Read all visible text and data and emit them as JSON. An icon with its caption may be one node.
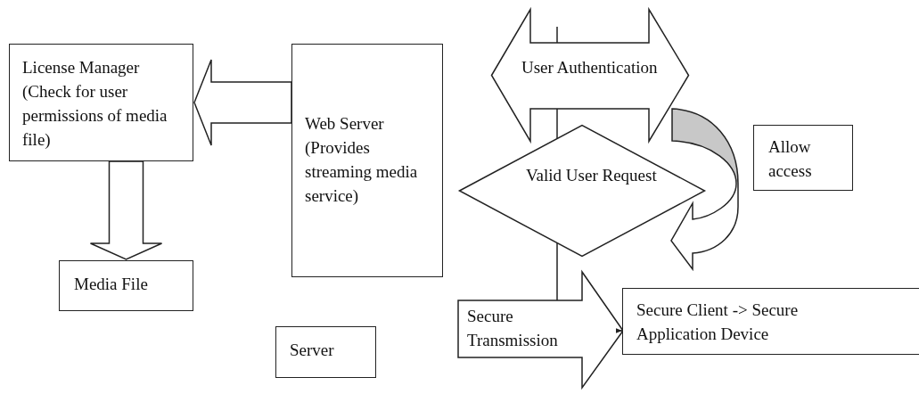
{
  "diagram": {
    "nodes": [
      {
        "text": [
          "License Manager (Check for user permissions of media file)"
        ]
      },
      {
        "text": [
          "Web Server (Provides streaming media service)"
        ]
      },
      {
        "text": [
          "Media File"
        ]
      },
      {
        "text": [
          "User Authentication"
        ]
      },
      {
        "text": [
          "Valid User Request"
        ]
      },
      {
        "text": [
          "Allow access"
        ]
      },
      {
        "text": [
          "Secure Client -> Secure Application Device"
        ]
      },
      {
        "text": [
          "Server"
        ]
      }
    ],
    "edges": [
      {
        "from": 1,
        "to": 0,
        "arrow": "to"
      },
      {
        "from": 0,
        "to": 2,
        "arrow": "to"
      },
      {
        "from": 3,
        "to": 4,
        "arrow": "none"
      },
      {
        "from": 4,
        "to": 6,
        "arrow": "to",
        "label": "Secure Transmission"
      },
      {
        "from": 3,
        "to": 4,
        "arrow": "to"
      }
    ]
  }
}
